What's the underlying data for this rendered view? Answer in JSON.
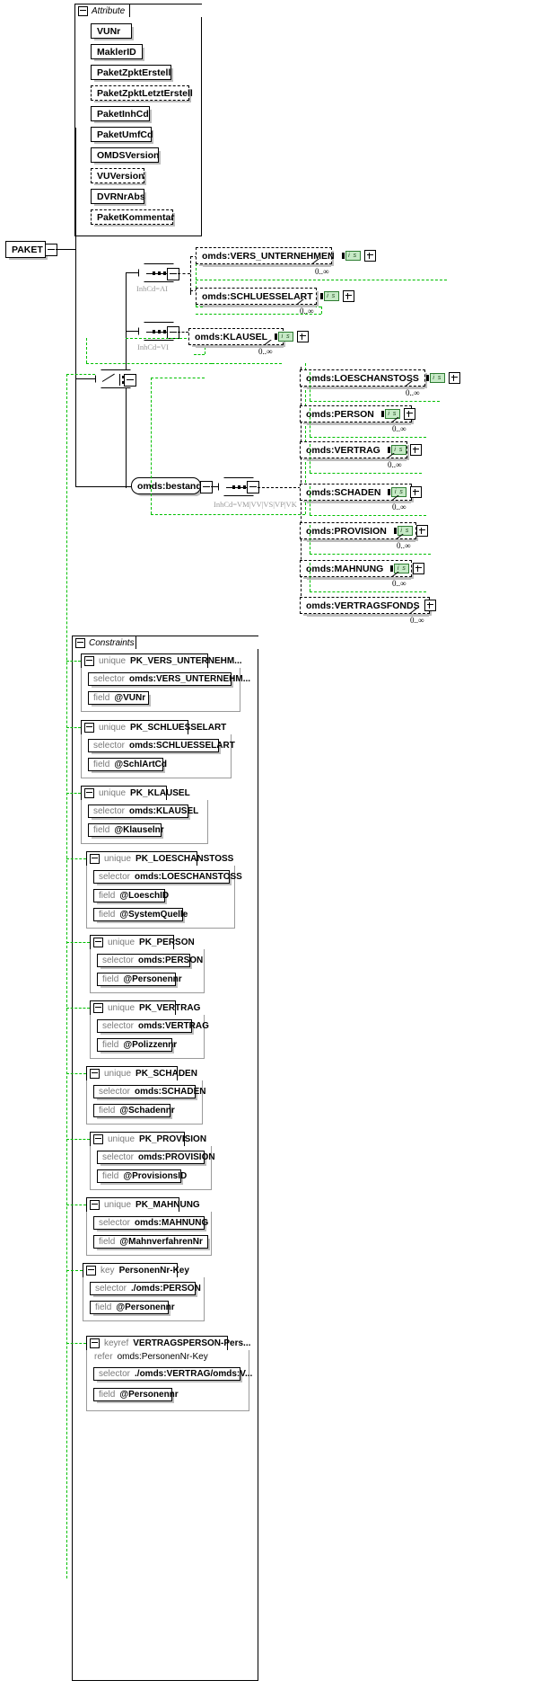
{
  "diagram": {
    "title": "PAKET",
    "root": {
      "label": "PAKET"
    },
    "attribute_group": {
      "label": "Attribute",
      "items": [
        {
          "name": "VUNr",
          "optional": false
        },
        {
          "name": "MaklerID",
          "optional": false
        },
        {
          "name": "PaketZpktErstell",
          "optional": false
        },
        {
          "name": "PaketZpktLetztErstell",
          "optional": true
        },
        {
          "name": "PaketInhCd",
          "optional": false
        },
        {
          "name": "PaketUmfCd",
          "optional": false
        },
        {
          "name": "OMDSVersion",
          "optional": false
        },
        {
          "name": "VUVersion",
          "optional": true
        },
        {
          "name": "DVRNrAbs",
          "optional": false
        },
        {
          "name": "PaketKommentar",
          "optional": true
        }
      ]
    },
    "compositors": [
      {
        "kind": "sequence",
        "annotation": "InhCd=AI"
      },
      {
        "kind": "sequence",
        "annotation": "InhCd=VI"
      },
      {
        "kind": "choice",
        "annotation": ""
      },
      {
        "kind": "sequence",
        "annotation": "InhCd=VM|VV|VS|VP|VK"
      }
    ],
    "bestand": {
      "label": "omds:bestand"
    },
    "badge_text": "i s",
    "occurrence": "0..∞",
    "branch_ai": [
      {
        "name": "omds:VERS_UNTERNEHMEN",
        "occurrence": "0..∞",
        "badge": "i s"
      },
      {
        "name": "omds:SCHLUESSELART",
        "occurrence": "0..∞",
        "badge": "i s"
      }
    ],
    "branch_vi": [
      {
        "name": "omds:KLAUSEL",
        "occurrence": "0..∞",
        "badge": "i s"
      }
    ],
    "branch_bestand": [
      {
        "name": "omds:LOESCHANSTOSS",
        "occurrence": "0..∞",
        "badge": "i s"
      },
      {
        "name": "omds:PERSON",
        "occurrence": "0..∞",
        "badge": "i s"
      },
      {
        "name": "omds:VERTRAG",
        "occurrence": "0..∞",
        "badge": "i s"
      },
      {
        "name": "omds:SCHADEN",
        "occurrence": "0..∞",
        "badge": "i s"
      },
      {
        "name": "omds:PROVISION",
        "occurrence": "0..∞",
        "badge": "i s"
      },
      {
        "name": "omds:MAHNUNG",
        "occurrence": "0..∞",
        "badge": "i s"
      },
      {
        "name": "omds:VERTRAGSFONDS",
        "occurrence": "0..∞",
        "badge": "i s"
      }
    ],
    "constraints": {
      "label": "Constraints",
      "items": [
        {
          "kind": "unique",
          "name": "PK_VERS_UNTERNEHM...",
          "selector_label": "selector",
          "selector": "omds:VERS_UNTERNEHM...",
          "fields": [
            {
              "label": "field",
              "value": "@VUNr"
            }
          ]
        },
        {
          "kind": "unique",
          "name": "PK_SCHLUESSELART",
          "selector_label": "selector",
          "selector": "omds:SCHLUESSELART",
          "fields": [
            {
              "label": "field",
              "value": "@SchlArtCd"
            }
          ]
        },
        {
          "kind": "unique",
          "name": "PK_KLAUSEL",
          "selector_label": "selector",
          "selector": "omds:KLAUSEL",
          "fields": [
            {
              "label": "field",
              "value": "@Klauselnr"
            }
          ]
        },
        {
          "kind": "unique",
          "name": "PK_LOESCHANSTOSS",
          "selector_label": "selector",
          "selector": "omds:LOESCHANSTOSS",
          "fields": [
            {
              "label": "field",
              "value": "@LoeschID"
            },
            {
              "label": "field",
              "value": "@SystemQuelle"
            }
          ]
        },
        {
          "kind": "unique",
          "name": "PK_PERSON",
          "selector_label": "selector",
          "selector": "omds:PERSON",
          "fields": [
            {
              "label": "field",
              "value": "@Personennr"
            }
          ]
        },
        {
          "kind": "unique",
          "name": "PK_VERTRAG",
          "selector_label": "selector",
          "selector": "omds:VERTRAG",
          "fields": [
            {
              "label": "field",
              "value": "@Polizzennr"
            }
          ]
        },
        {
          "kind": "unique",
          "name": "PK_SCHADEN",
          "selector_label": "selector",
          "selector": "omds:SCHADEN",
          "fields": [
            {
              "label": "field",
              "value": "@Schadennr"
            }
          ]
        },
        {
          "kind": "unique",
          "name": "PK_PROVISION",
          "selector_label": "selector",
          "selector": "omds:PROVISION",
          "fields": [
            {
              "label": "field",
              "value": "@ProvisionsID"
            }
          ]
        },
        {
          "kind": "unique",
          "name": "PK_MAHNUNG",
          "selector_label": "selector",
          "selector": "omds:MAHNUNG",
          "fields": [
            {
              "label": "field",
              "value": "@MahnverfahrenNr"
            }
          ]
        },
        {
          "kind": "key",
          "name": "PersonenNr-Key",
          "selector_label": "selector",
          "selector": "./omds:PERSON",
          "fields": [
            {
              "label": "field",
              "value": "@Personennr"
            }
          ]
        },
        {
          "kind": "keyref",
          "name": "VERTRAGSPERSON-Pers...",
          "refer_label": "refer",
          "refer": "omds:PersonenNr-Key",
          "selector_label": "selector",
          "selector": "./omds:VERTRAG/omds:V...",
          "fields": [
            {
              "label": "field",
              "value": "@Personennr"
            }
          ]
        }
      ]
    },
    "colors": {
      "accent_green": "#00c000",
      "badge_bg": "#c6e9c6",
      "shadow": "#bdbdbd",
      "muted": "#9a9a9a"
    }
  }
}
